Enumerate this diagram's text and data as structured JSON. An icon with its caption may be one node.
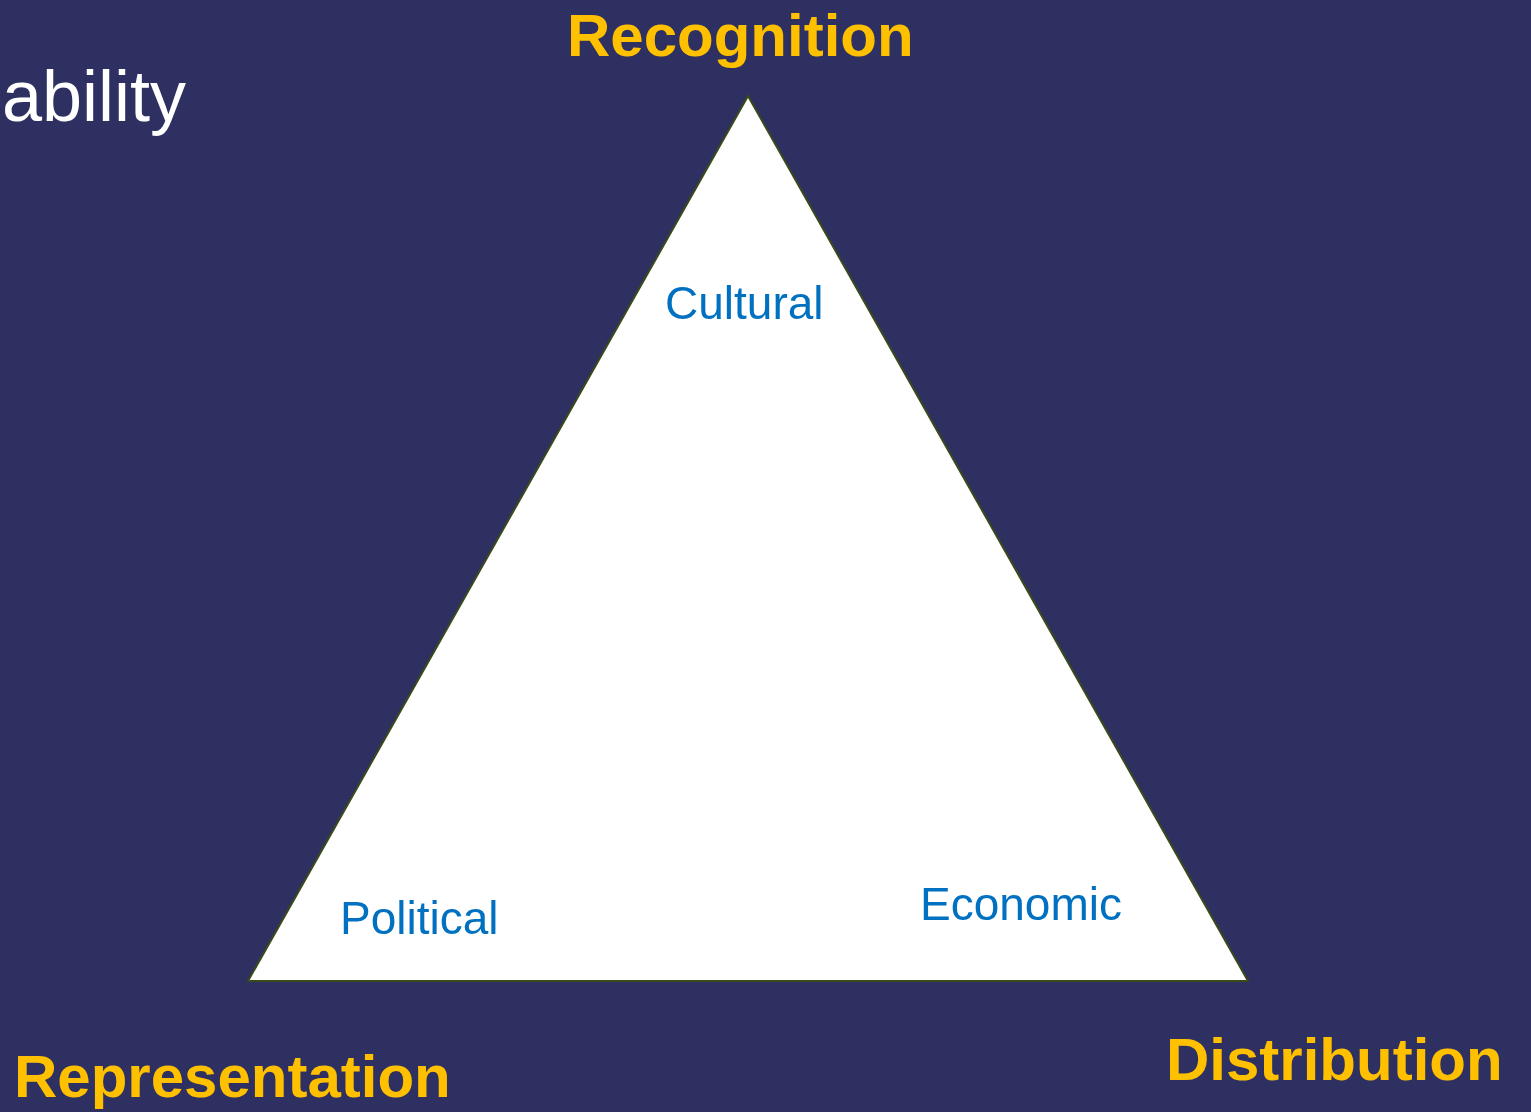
{
  "diagram": {
    "nodes": [
      {
        "text": [
          "Cultural",
          "Political",
          "Economic"
        ]
      }
    ],
    "edges": [],
    "labels": [
      "ability",
      "Recognition",
      "Representation",
      "Distribution"
    ]
  }
}
